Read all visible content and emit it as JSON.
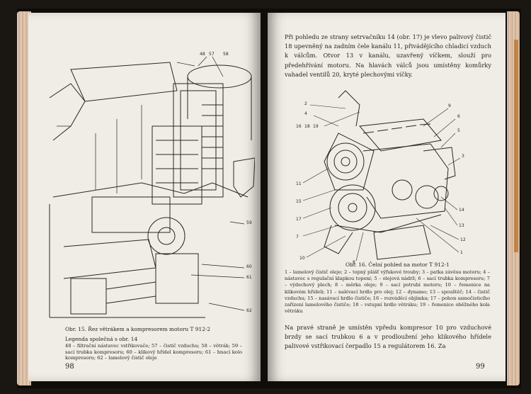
{
  "left_page": {
    "callouts": {
      "c48": "48",
      "c57": "57",
      "c58": "58",
      "c59": "59",
      "c60": "60",
      "c61": "61",
      "c62": "62"
    },
    "caption": "Obr. 15. Řez větrákem a kompresorem motoru T 912-2",
    "legend_heading": "Legenda společná s obr. 14",
    "legend": "48 – filtrační nástavec vstřikovače; 57 – čistič vzduchu; 58 – větrák; 59 – sací trubka kompresoru; 60 – klikový hřídel kompresoru; 61 – hnací kolo kompresoru; 62 – lamelový čistič oleje",
    "page_number": "98"
  },
  "right_page": {
    "paragraph_top": "Při pohledu ze strany setrvačníku 14 (obr. 17) je vlevo palivový čistič 18 upevněný na zadním čele kanálu 11, přivádějícího chladicí vzduch k válcům. Otvor 13 v kanálu, uzavřený víčkem, slouží pro předehřívání motoru. Na hlavách válců jsou umístěny komůrky vahadel ventilů 20, kryté plechovými víčky.",
    "callouts": {
      "c1": "1",
      "c2": "2",
      "c3": "3",
      "c4": "4",
      "c5": "5",
      "c6": "6",
      "c7": "7",
      "c8": "8",
      "c9": "9",
      "c10": "10",
      "c11": "11",
      "c12": "12",
      "c13": "13",
      "c14": "14",
      "c15": "15",
      "c16": "16",
      "c17": "17",
      "c18": "18",
      "c19": "19"
    },
    "caption": "Obr. 16. Čelní pohled na motor T 912-1",
    "legend": "1 – lamelový čistič oleje; 2 – topný plášť výfukové trouby; 3 – patka závěsu motoru; 4 – nástavec s regulační klapkou topení; 5 – olejová nádrž; 6 – sací trubka kompresoru; 7 – výdechový plech; 8 – měrka oleje; 9 – sací potrubí motoru; 10 – řemenice na klikovém hřídeli; 11 – nalévací hrdlo pro olej; 12 – dynamo; 13 – spouštěč; 14 – čistič vzduchu; 15 – nasávací hrdlo čističe; 16 – rozváděcí objímka; 17 – pohon samočisticího zařízení lamelového čističe; 18 – vstupní hrdlo větráku; 19 – řemenice oběžného kola větráku",
    "paragraph_bottom": "Na pravé straně je umístěn vpředu kompresor 10 pro vzduchové brzdy se sací trubkou 6 a v prodloužení jeho klikového hřídele palivové vstřikovací čerpadlo 15 a regulátorem 16. Za",
    "page_number": "99"
  }
}
